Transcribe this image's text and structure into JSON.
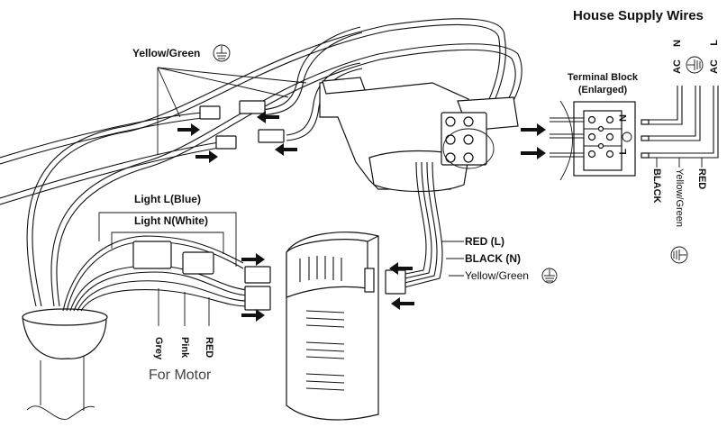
{
  "title": "House Supply Wires",
  "labels": {
    "top_ground": "Yellow/Green",
    "terminal_block": [
      "Terminal Block",
      "(Enlarged)"
    ],
    "ac_n": "AC",
    "n": "N",
    "ac_l": "AC",
    "l": "L",
    "tb_n": "N",
    "tb_l": "L",
    "black": "BLACK",
    "yellow_green_vert": "Yellow/Green",
    "red_vert": "RED",
    "light_l": "Light  L(Blue)",
    "light_n": "Light  N(White)",
    "red_l": "RED (L)",
    "black_n": "BLACK (N)",
    "receiver_ground": "Yellow/Green",
    "grey": "Grey",
    "pink": "Pink",
    "red_motor": "RED",
    "for_motor": "For Motor"
  },
  "icons": {
    "ground": "earth-ground-symbol",
    "arrow": "connection-arrow"
  },
  "colors": {
    "line": "#111111",
    "background": "#ffffff"
  }
}
